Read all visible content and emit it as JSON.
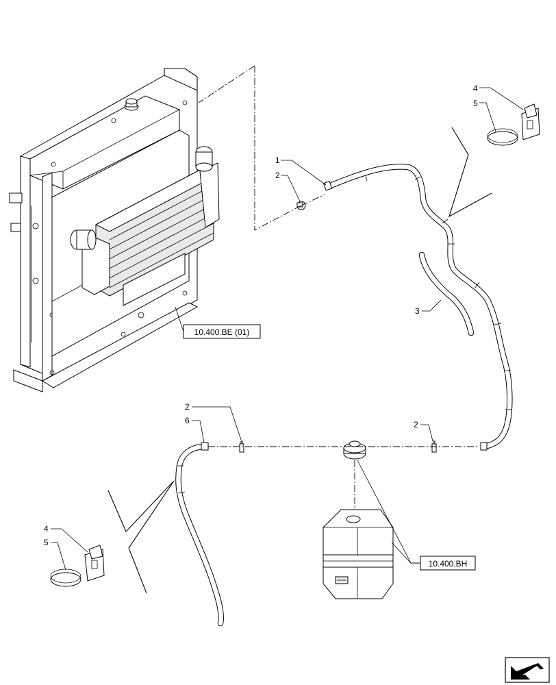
{
  "callouts": {
    "hose_1": "1",
    "clamp_2_top": "2",
    "hose_3": "3",
    "clip_4_top": "4",
    "strap_5_top": "5",
    "clamp_2_mid_left": "2",
    "hose_6": "6",
    "clamp_2_mid_right": "2",
    "clip_4_bottom": "4",
    "strap_5_bottom": "5"
  },
  "references": {
    "radiator_ref": "10.400.BE (01)",
    "tank_ref": "10.400.BH"
  },
  "icons": {
    "navigation": "next-page-arrow-icon"
  }
}
